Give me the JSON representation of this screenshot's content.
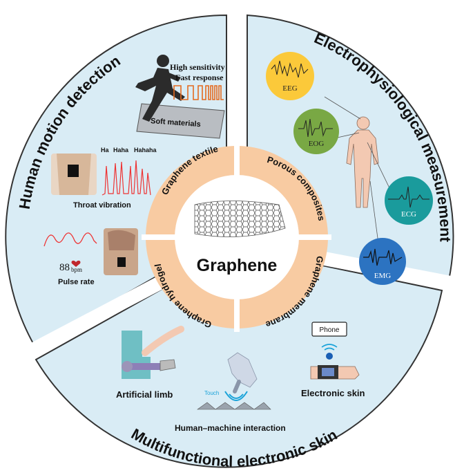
{
  "center": {
    "title": "Graphene",
    "inner_ring": [
      "Graphene textile",
      "Porous composites",
      "Graphene membrane",
      "Graphene hydrogel"
    ]
  },
  "sections": {
    "human_motion": {
      "title": "Human  motion  detection",
      "sensitivity": "High sensitivity",
      "response": "Fast response",
      "soft_materials": "Soft materials",
      "laugh_labels": [
        "Ha",
        "Haha",
        "Hahaha"
      ],
      "throat": "Throat vibration",
      "pulse_value": "88",
      "pulse_unit": "bpm",
      "pulse": "Pulse rate"
    },
    "electrophysiological": {
      "title": "Electrophysiological  measurement",
      "signals": [
        "EEG",
        "EOG",
        "ECG",
        "EMG"
      ]
    },
    "electronic_skin": {
      "title": "Multifunctional  electronic  skin",
      "artificial_limb": "Artificial limb",
      "touch": "Touch",
      "hmi": "Human–machine interaction",
      "phone": "Phone",
      "eskin": "Electronic skin"
    }
  },
  "colors": {
    "sector_fill": "#d9ecf5",
    "border": "#333333",
    "ring": "#f8cba2",
    "eeg": "#fbc93a",
    "eog": "#79a844",
    "ecg": "#1a9b9c",
    "emg": "#2c73c1"
  }
}
